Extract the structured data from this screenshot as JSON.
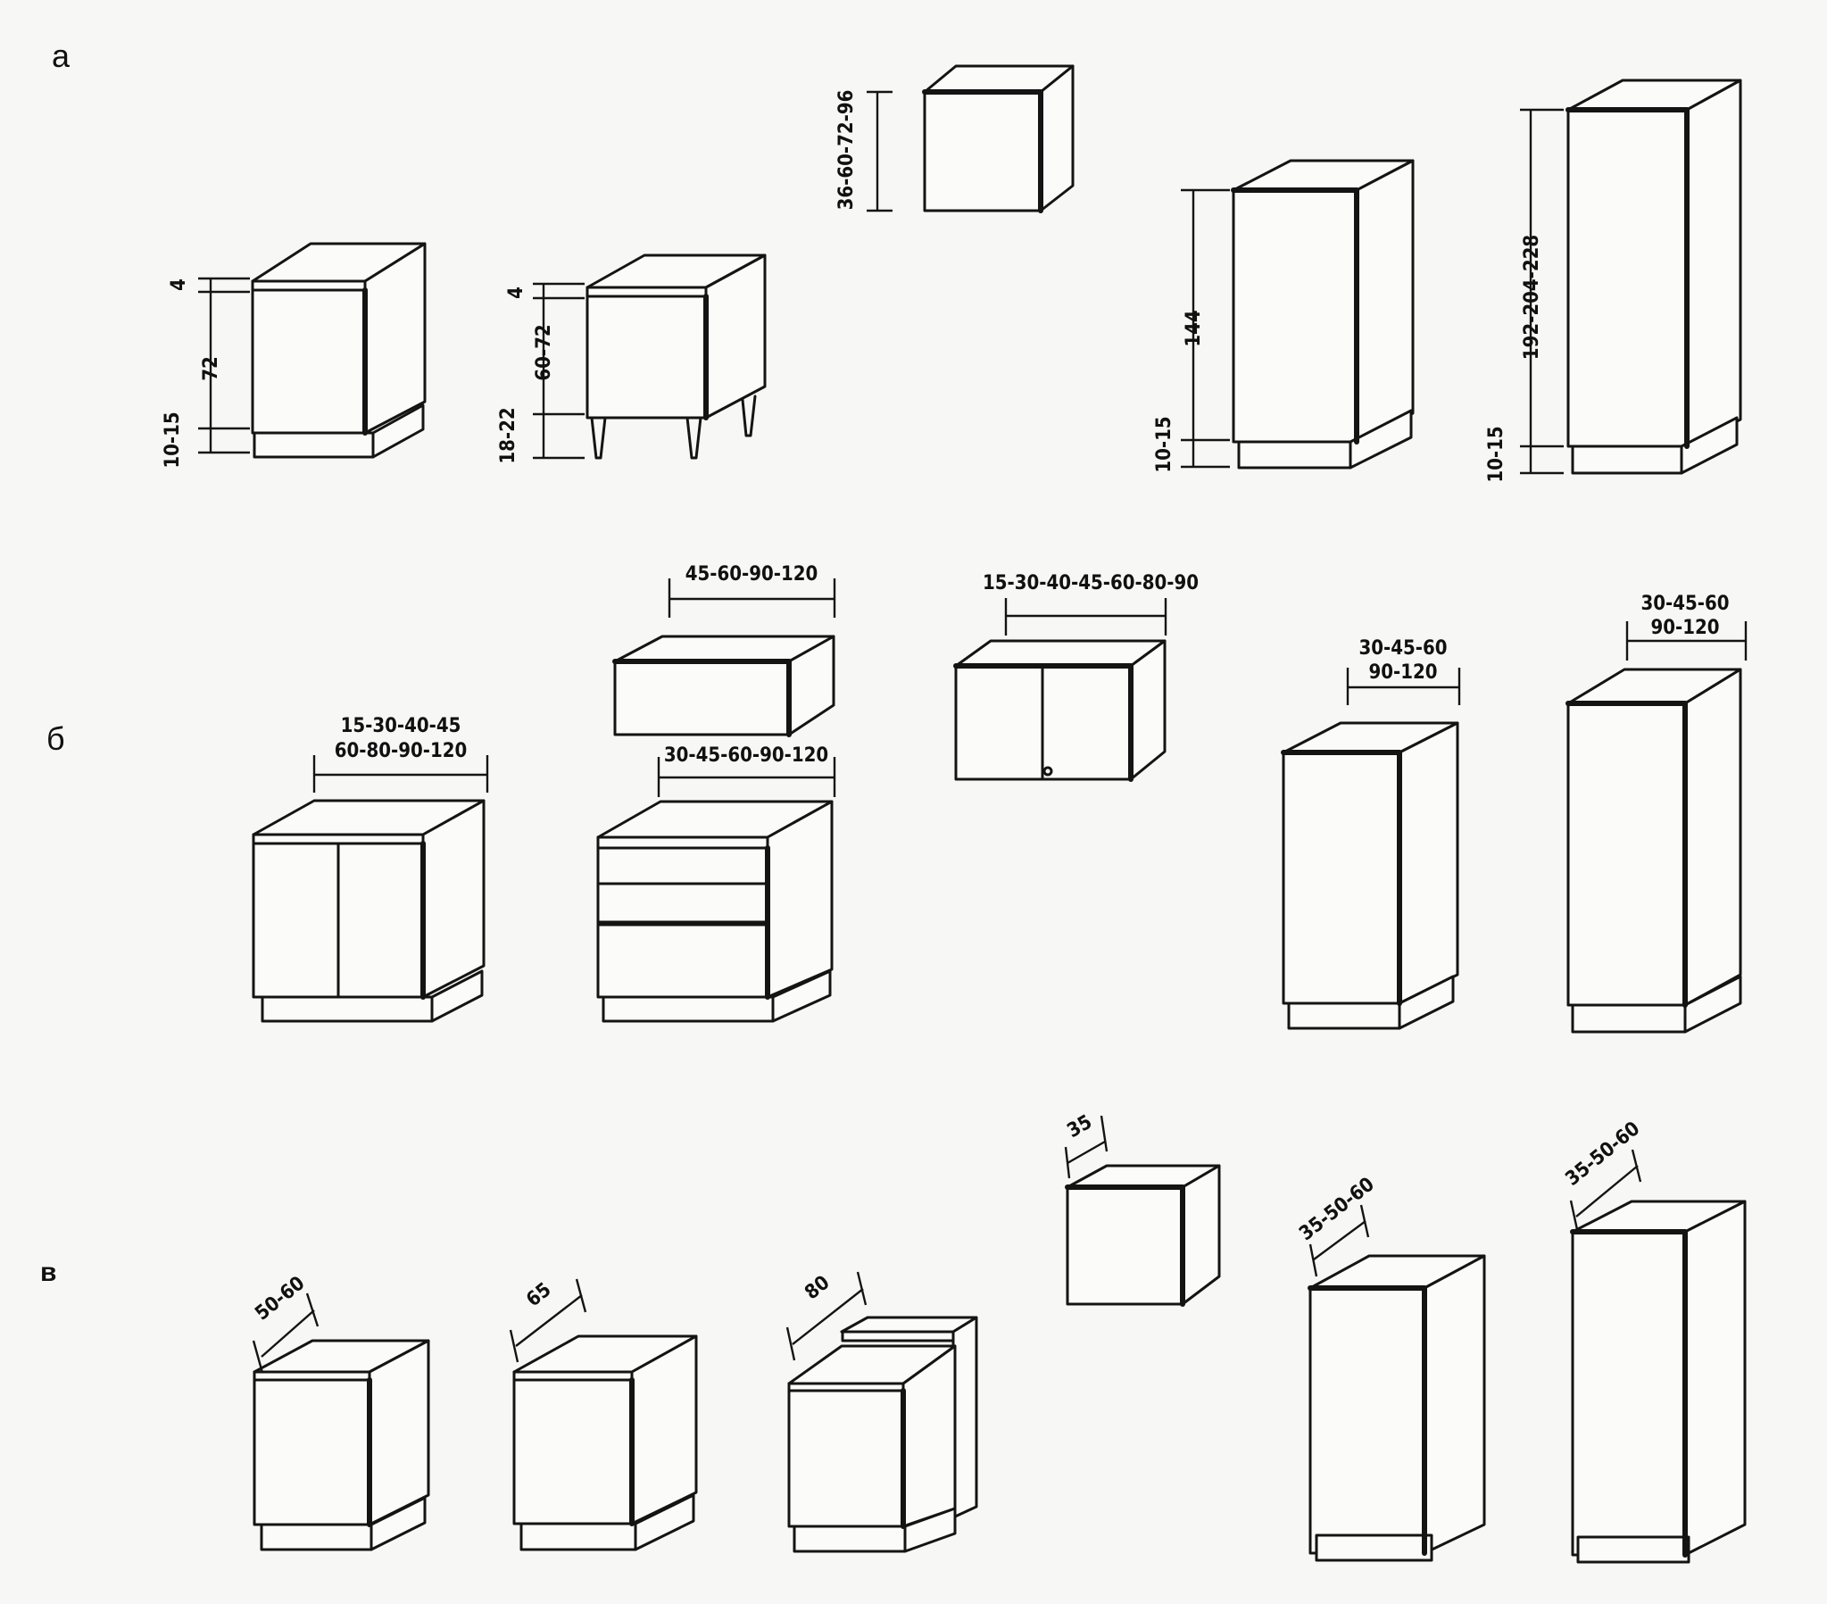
{
  "sections": {
    "a": "а",
    "b": "б",
    "v": "в"
  },
  "row_a": {
    "base_plinth": {
      "top": "4",
      "body": "72",
      "plinth": "10-15"
    },
    "base_legs": {
      "top": "4",
      "body": "60-72",
      "legs": "18-22"
    },
    "wall_unit": {
      "height": "36-60-72-96"
    },
    "mid_tall": {
      "body": "144",
      "plinth": "10-15"
    },
    "tall": {
      "body": "192-204-228",
      "plinth": "10-15"
    }
  },
  "row_b": {
    "base_two_door": [
      "15-30-40-45",
      "60-80-90-120"
    ],
    "wall_low": "45-60-90-120",
    "drawer_base": "30-45-60-90-120",
    "wall_double": "15-30-40-45-60-80-90",
    "mid_tall": [
      "30-45-60",
      "90-120"
    ],
    "tall": [
      "30-45-60",
      "90-120"
    ]
  },
  "row_v": {
    "base_1": "50-60",
    "base_2": "65",
    "base_3": "80",
    "wall": "35",
    "mid_tall": "35-50-60",
    "tall": "35-50-60"
  }
}
